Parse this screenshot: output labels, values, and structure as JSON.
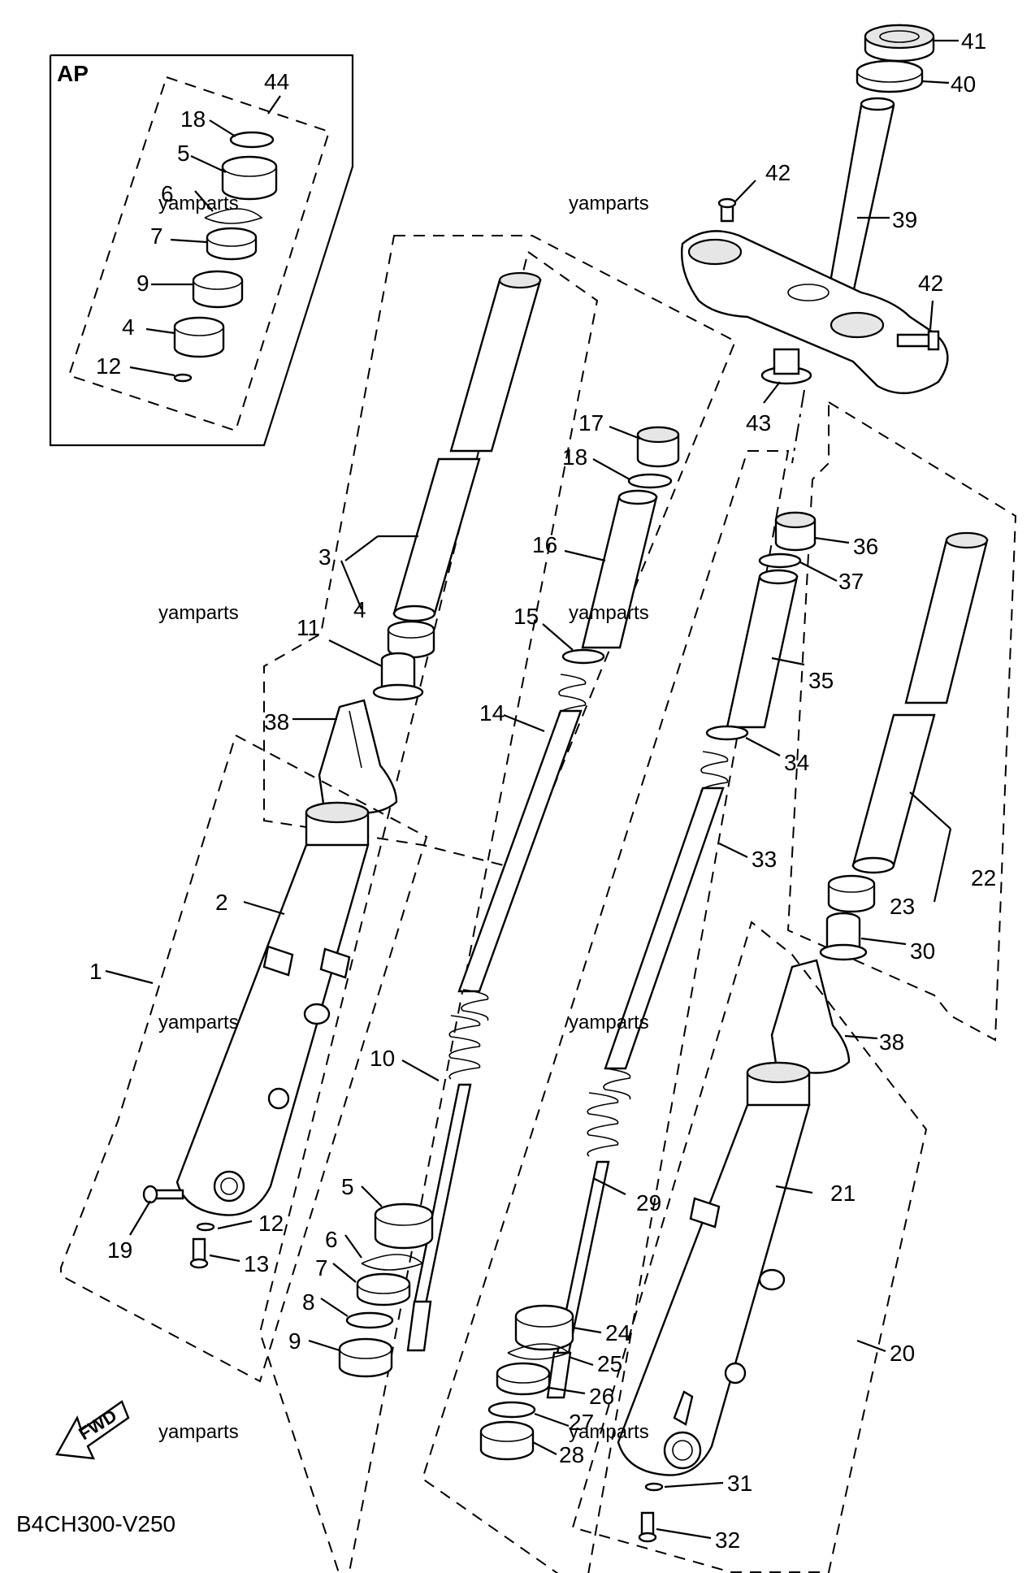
{
  "inset": {
    "label": "AP"
  },
  "diagram_code": "B4CH300-V250",
  "fwd_label": "FWD",
  "watermark": "yamparts",
  "callouts": [
    {
      "id": "c41",
      "n": "41"
    },
    {
      "id": "c40",
      "n": "40"
    },
    {
      "id": "c42a",
      "n": "42"
    },
    {
      "id": "c39",
      "n": "39"
    },
    {
      "id": "c42b",
      "n": "42"
    },
    {
      "id": "c43",
      "n": "43"
    },
    {
      "id": "c44",
      "n": "44"
    },
    {
      "id": "c18a",
      "n": "18"
    },
    {
      "id": "c5a",
      "n": "5"
    },
    {
      "id": "c6a",
      "n": "6"
    },
    {
      "id": "c7a",
      "n": "7"
    },
    {
      "id": "c9a",
      "n": "9"
    },
    {
      "id": "c4a",
      "n": "4"
    },
    {
      "id": "c12a",
      "n": "12"
    },
    {
      "id": "c17",
      "n": "17"
    },
    {
      "id": "c18b",
      "n": "18"
    },
    {
      "id": "c16",
      "n": "16"
    },
    {
      "id": "c3",
      "n": "3"
    },
    {
      "id": "c4b",
      "n": "4"
    },
    {
      "id": "c11",
      "n": "11"
    },
    {
      "id": "c15",
      "n": "15"
    },
    {
      "id": "c14",
      "n": "14"
    },
    {
      "id": "c38a",
      "n": "38"
    },
    {
      "id": "c36",
      "n": "36"
    },
    {
      "id": "c37",
      "n": "37"
    },
    {
      "id": "c35",
      "n": "35"
    },
    {
      "id": "c34",
      "n": "34"
    },
    {
      "id": "c33",
      "n": "33"
    },
    {
      "id": "c22",
      "n": "22"
    },
    {
      "id": "c23",
      "n": "23"
    },
    {
      "id": "c30",
      "n": "30"
    },
    {
      "id": "c38b",
      "n": "38"
    },
    {
      "id": "c2",
      "n": "2"
    },
    {
      "id": "c1",
      "n": "1"
    },
    {
      "id": "c10",
      "n": "10"
    },
    {
      "id": "c29",
      "n": "29"
    },
    {
      "id": "c21",
      "n": "21"
    },
    {
      "id": "c5b",
      "n": "5"
    },
    {
      "id": "c12b",
      "n": "12"
    },
    {
      "id": "c19",
      "n": "19"
    },
    {
      "id": "c13",
      "n": "13"
    },
    {
      "id": "c6b",
      "n": "6"
    },
    {
      "id": "c7b",
      "n": "7"
    },
    {
      "id": "c8",
      "n": "8"
    },
    {
      "id": "c9b",
      "n": "9"
    },
    {
      "id": "c24",
      "n": "24"
    },
    {
      "id": "c25",
      "n": "25"
    },
    {
      "id": "c26",
      "n": "26"
    },
    {
      "id": "c27",
      "n": "27"
    },
    {
      "id": "c28",
      "n": "28"
    },
    {
      "id": "c20",
      "n": "20"
    },
    {
      "id": "c31",
      "n": "31"
    },
    {
      "id": "c32",
      "n": "32"
    }
  ]
}
